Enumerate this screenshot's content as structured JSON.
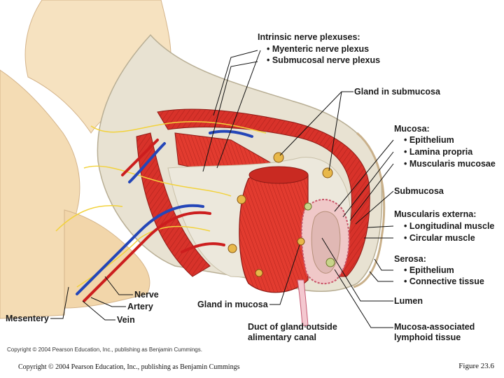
{
  "labels": {
    "intrinsic_title": "Intrinsic nerve plexuses:",
    "myenteric": "• Myenteric nerve plexus",
    "submucosal_plexus": "• Submucosal nerve plexus",
    "gland_submucosa": "Gland in submucosa",
    "mucosa_title": "Mucosa:",
    "epithelium": "• Epithelium",
    "lamina_propria": "• Lamina propria",
    "muscularis_mucosae": "• Muscularis mucosae",
    "submucosa": "Submucosa",
    "muscularis_externa_title": "Muscularis externa:",
    "longitudinal": "• Longitudinal muscle",
    "circular": "• Circular muscle",
    "serosa_title": "Serosa:",
    "serosa_epithelium": "• Epithelium",
    "connective": "• Connective tissue",
    "lumen": "Lumen",
    "mucosa_lymphoid_1": "Mucosa-associated",
    "mucosa_lymphoid_2": "lymphoid tissue",
    "duct_1": "Duct of gland outside",
    "duct_2": "alimentary canal",
    "gland_mucosa": "Gland in mucosa",
    "nerve": "Nerve",
    "artery": "Artery",
    "vein": "Vein",
    "mesentery": "Mesentery"
  },
  "credit_small": "Copyright © 2004 Pearson Education, Inc., publishing as Benjamin Cummings.",
  "footer": {
    "copyright": "Copyright © 2004 Pearson Education, Inc., publishing as Benjamin Cummings",
    "figure": "Figure 23.6"
  },
  "colors": {
    "muscle": "#d8322a",
    "muscle_dark": "#a81f1a",
    "submucosa": "#ece8dc",
    "mesentery": "#f4dcb4",
    "nerve": "#f2d23c",
    "artery": "#cc1e1e",
    "vein": "#2446b8"
  }
}
